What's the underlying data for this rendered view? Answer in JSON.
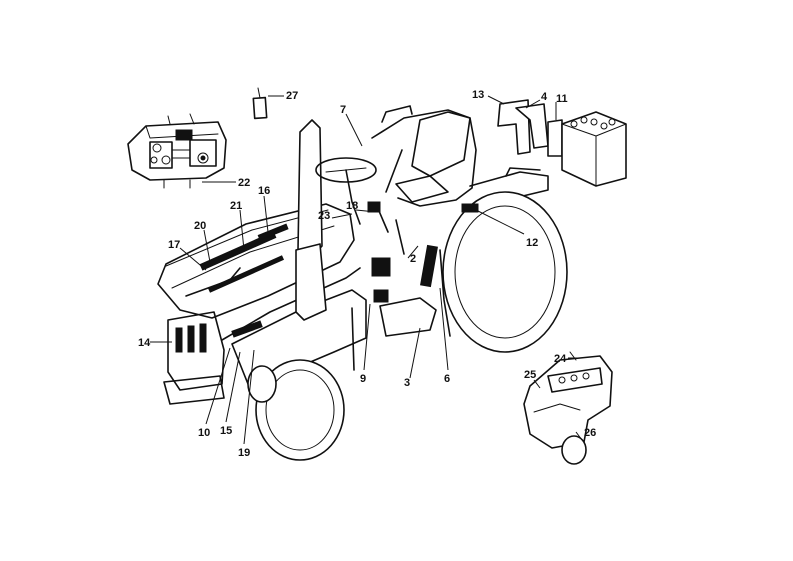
{
  "colors": {
    "ink": "#111111",
    "paper": "#ffffff"
  },
  "callouts": [
    {
      "id": "c1",
      "text": "27"
    },
    {
      "id": "c2",
      "text": "7"
    },
    {
      "id": "c3",
      "text": "13"
    },
    {
      "id": "c4",
      "text": "4"
    },
    {
      "id": "c5",
      "text": "11"
    },
    {
      "id": "c6",
      "text": "22"
    },
    {
      "id": "c7",
      "text": "16"
    },
    {
      "id": "c8",
      "text": "21"
    },
    {
      "id": "c9",
      "text": "20"
    },
    {
      "id": "c10",
      "text": "17"
    },
    {
      "id": "c11",
      "text": "18"
    },
    {
      "id": "c12",
      "text": "23"
    },
    {
      "id": "c13",
      "text": "12"
    },
    {
      "id": "c14",
      "text": "2"
    },
    {
      "id": "c15",
      "text": "14"
    },
    {
      "id": "c16",
      "text": "9"
    },
    {
      "id": "c17",
      "text": "3"
    },
    {
      "id": "c18",
      "text": "6"
    },
    {
      "id": "c19",
      "text": "10"
    },
    {
      "id": "c20",
      "text": "15"
    },
    {
      "id": "c21",
      "text": "19"
    },
    {
      "id": "c22",
      "text": "25"
    },
    {
      "id": "c23",
      "text": "24"
    },
    {
      "id": "c24",
      "text": "26"
    }
  ]
}
